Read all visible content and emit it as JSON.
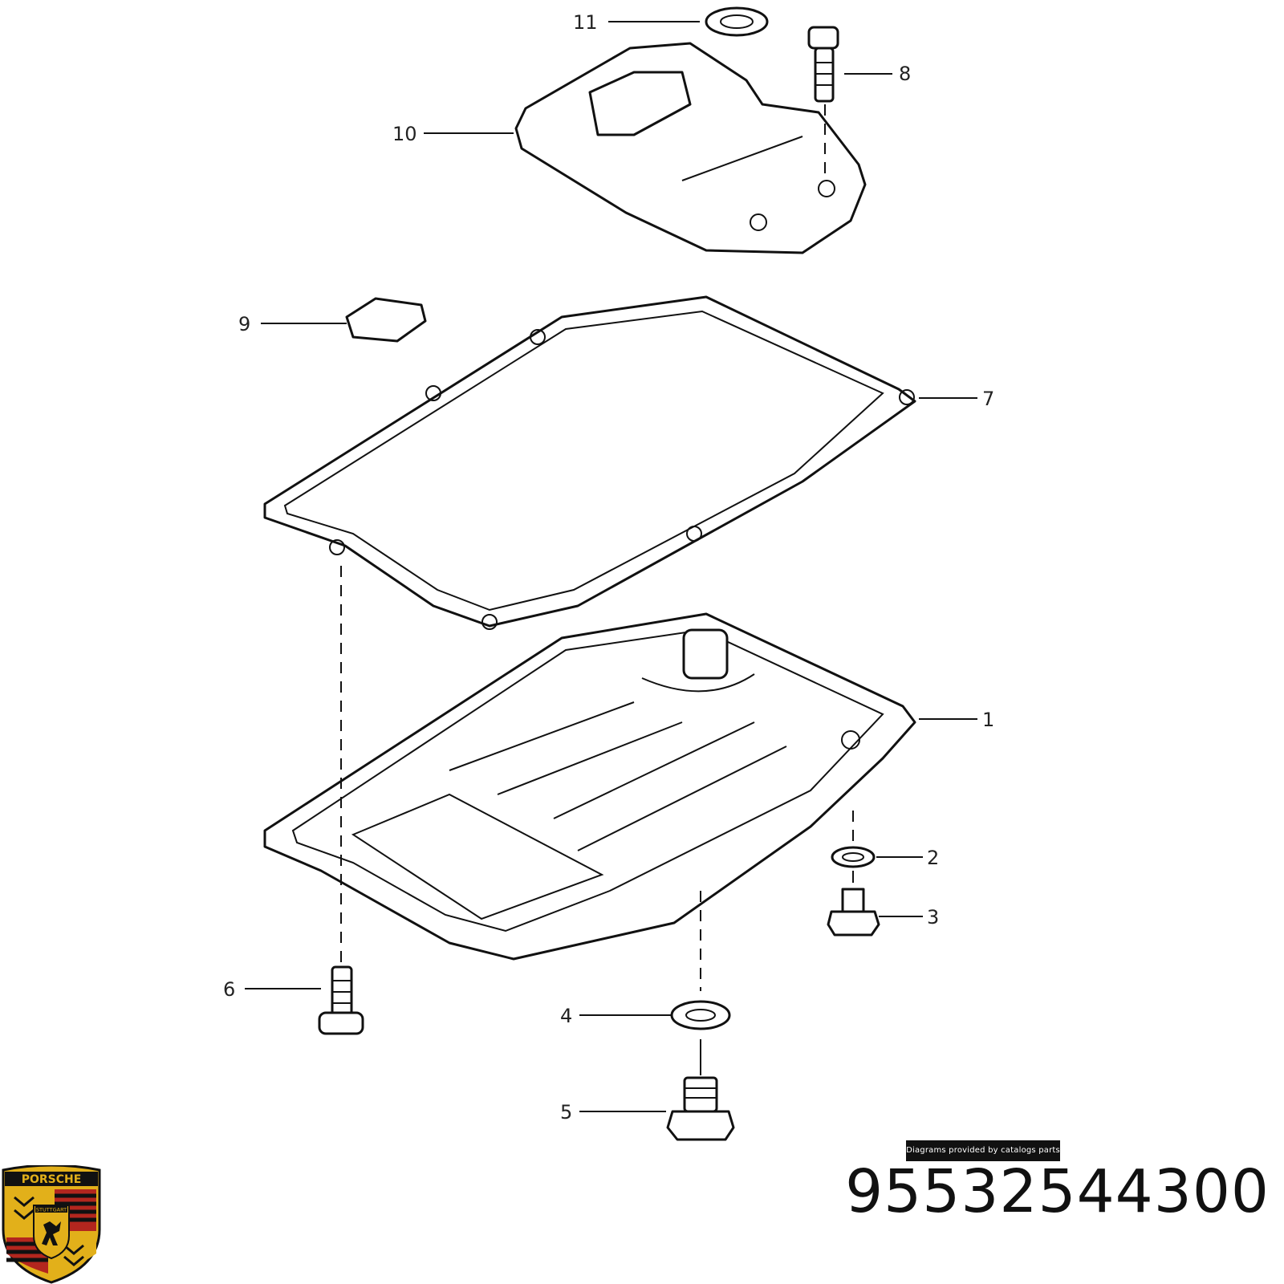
{
  "diagram": {
    "callouts": [
      {
        "id": "11",
        "label": "11"
      },
      {
        "id": "8",
        "label": "8"
      },
      {
        "id": "10",
        "label": "10"
      },
      {
        "id": "9",
        "label": "9"
      },
      {
        "id": "7",
        "label": "7"
      },
      {
        "id": "1",
        "label": "1"
      },
      {
        "id": "2",
        "label": "2"
      },
      {
        "id": "3",
        "label": "3"
      },
      {
        "id": "6",
        "label": "6"
      },
      {
        "id": "4",
        "label": "4"
      },
      {
        "id": "5",
        "label": "5"
      }
    ]
  },
  "credit": {
    "text": "Diagrams provided by catalogs parts"
  },
  "part_number": "95532544300",
  "logo": {
    "brand": "PORSCHE",
    "city": "STUTTGART"
  },
  "colors": {
    "ink": "#111111",
    "crest_gold": "#e2b01a",
    "crest_red": "#b3261e",
    "crest_black": "#111111"
  }
}
